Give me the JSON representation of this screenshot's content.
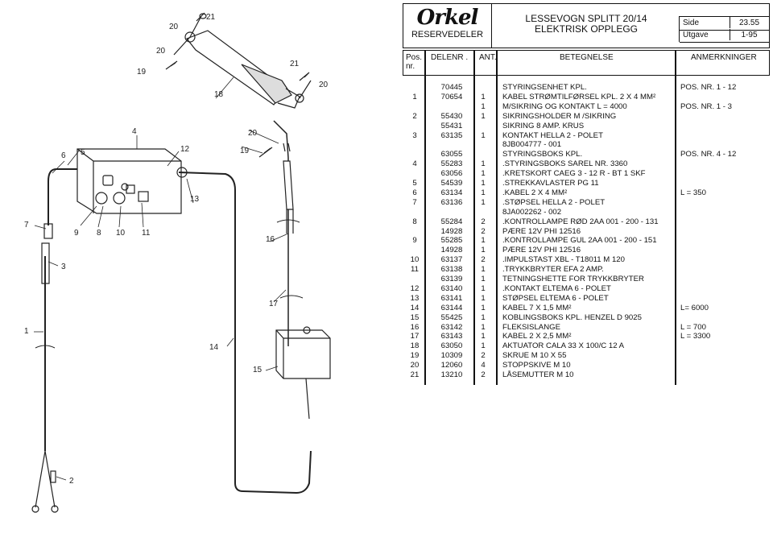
{
  "logo": {
    "brand": "Orkel",
    "subtitle": "RESERVEDELER"
  },
  "title": {
    "line1": "LESSEVOGN SPLITT 20/14",
    "line2": "ELEKTRISK OPPLEGG"
  },
  "meta": {
    "side_label": "Side",
    "side_value": "23.55",
    "utgave_label": "Utgave",
    "utgave_value": "1-95"
  },
  "columns": {
    "pos": "Pos.",
    "pos2": "nr.",
    "delenr": "DELENR .",
    "ant": "ANT.",
    "betegnelse": "BETEGNELSE",
    "anmerkninger": "ANMERKNINGER"
  },
  "rows": [
    {
      "pos": "",
      "delenr": "70445",
      "ant": "",
      "bet": "STYRINGSENHET KPL.",
      "anm": "POS. NR. 1 - 12"
    },
    {
      "pos": "1",
      "delenr": "70654",
      "ant": "1",
      "bet": "KABEL STRØMTILFØRSEL KPL. 2 X 4 MM²",
      "anm": ""
    },
    {
      "pos": "",
      "delenr": "",
      "ant": "1",
      "bet": "M/SIKRING OG KONTAKT  L = 4000",
      "anm": "POS. NR. 1 - 3"
    },
    {
      "pos": "2",
      "delenr": "55430",
      "ant": "1",
      "bet": "SIKRINGSHOLDER M /SIKRING",
      "anm": ""
    },
    {
      "pos": "",
      "delenr": "55431",
      "ant": "",
      "bet": "SIKRING 8 AMP. KRUS",
      "anm": ""
    },
    {
      "pos": "3",
      "delenr": "63135",
      "ant": "1",
      "bet": "KONTAKT HELLA 2 - POLET",
      "anm": ""
    },
    {
      "pos": "",
      "delenr": "",
      "ant": "",
      "bet": "8JB004777 - 001",
      "anm": ""
    },
    {
      "pos": "",
      "delenr": "63055",
      "ant": "",
      "bet": "STYRINGSBOKS KPL.",
      "anm": "POS. NR. 4 - 12"
    },
    {
      "pos": "4",
      "delenr": "55283",
      "ant": "1",
      "bet": ".STYRINGSBOKS SAREL NR. 3360",
      "anm": ""
    },
    {
      "pos": "",
      "delenr": "63056",
      "ant": "1",
      "bet": ".KRETSKORT CAEG 3 - 12 R - BT 1 SKF",
      "anm": ""
    },
    {
      "pos": "5",
      "delenr": "54539",
      "ant": "1",
      "bet": ".STREKKAVLASTER PG 11",
      "anm": ""
    },
    {
      "pos": "6",
      "delenr": "63134",
      "ant": "1",
      "bet": ".KABEL 2 X 4 MM²",
      "anm": "L = 350"
    },
    {
      "pos": "7",
      "delenr": "63136",
      "ant": "1",
      "bet": ".STØPSEL HELLA 2 - POLET",
      "anm": ""
    },
    {
      "pos": "",
      "delenr": "",
      "ant": "",
      "bet": "8JA002262 - 002",
      "anm": ""
    },
    {
      "pos": "8",
      "delenr": "55284",
      "ant": "2",
      "bet": ".KONTROLLAMPE RØD 2AA 001 - 200 - 131",
      "anm": ""
    },
    {
      "pos": "",
      "delenr": "14928",
      "ant": "2",
      "bet": "PÆRE 12V PHI 12516",
      "anm": ""
    },
    {
      "pos": "9",
      "delenr": "55285",
      "ant": "1",
      "bet": ".KONTROLLAMPE GUL 2AA 001 - 200 - 151",
      "anm": ""
    },
    {
      "pos": "",
      "delenr": "14928",
      "ant": "1",
      "bet": "PÆRE 12V PHI 12516",
      "anm": ""
    },
    {
      "pos": "10",
      "delenr": "63137",
      "ant": "2",
      "bet": ".IMPULSTAST XBL - T18011 M 120",
      "anm": ""
    },
    {
      "pos": "11",
      "delenr": "63138",
      "ant": "1",
      "bet": ".TRYKKBRYTER EFA 2 AMP.",
      "anm": ""
    },
    {
      "pos": "",
      "delenr": "63139",
      "ant": "1",
      "bet": "TETNINGSHETTE FOR TRYKKBRYTER",
      "anm": ""
    },
    {
      "pos": "12",
      "delenr": "63140",
      "ant": "1",
      "bet": ".KONTAKT ELTEMA 6 - POLET",
      "anm": ""
    },
    {
      "pos": "13",
      "delenr": "63141",
      "ant": "1",
      "bet": "STØPSEL ELTEMA 6 - POLET",
      "anm": ""
    },
    {
      "pos": "14",
      "delenr": "63144",
      "ant": "1",
      "bet": "KABEL 7 X 1,5 MM²",
      "anm": "L= 6000"
    },
    {
      "pos": "15",
      "delenr": "55425",
      "ant": "1",
      "bet": "KOBLINGSBOKS KPL. HENZEL D 9025",
      "anm": ""
    },
    {
      "pos": "16",
      "delenr": "63142",
      "ant": "1",
      "bet": "FLEKSISLANGE",
      "anm": "L = 700"
    },
    {
      "pos": "17",
      "delenr": "63143",
      "ant": "1",
      "bet": "KABEL 2 X 2,5 MM²",
      "anm": "L = 3300"
    },
    {
      "pos": "18",
      "delenr": "63050",
      "ant": "1",
      "bet": "AKTUATOR CALA 33 X 100/C 12 A",
      "anm": ""
    },
    {
      "pos": "19",
      "delenr": "10309",
      "ant": "2",
      "bet": "SKRUE M 10 X 55",
      "anm": ""
    },
    {
      "pos": "20",
      "delenr": "12060",
      "ant": "4",
      "bet": "STOPPSKIVE M 10",
      "anm": ""
    },
    {
      "pos": "21",
      "delenr": "13210",
      "ant": "2",
      "bet": "LÅSEMUTTER M 10",
      "anm": ""
    }
  ],
  "callouts": [
    "1",
    "2",
    "3",
    "4",
    "5",
    "6",
    "7",
    "8",
    "9",
    "10",
    "11",
    "12",
    "13",
    "14",
    "15",
    "16",
    "17",
    "18",
    "19",
    "20",
    "21"
  ]
}
